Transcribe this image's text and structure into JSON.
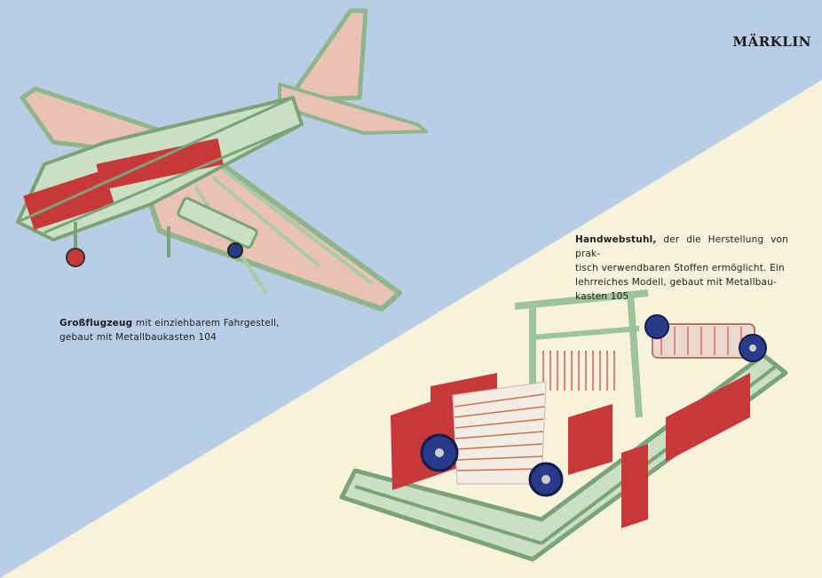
{
  "brand": "MÄRKLIN",
  "captions": {
    "airplane": {
      "title": "Großflugzeug",
      "line1_rest": "mit einziehbarem Fahrgestell,",
      "line2": "gebaut mit Metallbaukasten 104"
    },
    "loom": {
      "title": "Handwebstuhl,",
      "line1_rest": "der die Herstellung von prak-",
      "line2": "tisch verwendbaren Stoffen ermöglicht. Ein",
      "line3": "lehrreiches Modell, gebaut mit Metallbau-",
      "line4": "kasten 105"
    }
  },
  "colors": {
    "sky_blue": "#b9cde4",
    "paper_cream": "#f7f2dc",
    "girder_green": "#b9d8b4",
    "plate_red": "#c8383a",
    "wing_pink": "#e9c2b4",
    "wheel_blue": "#2a3a8a"
  }
}
